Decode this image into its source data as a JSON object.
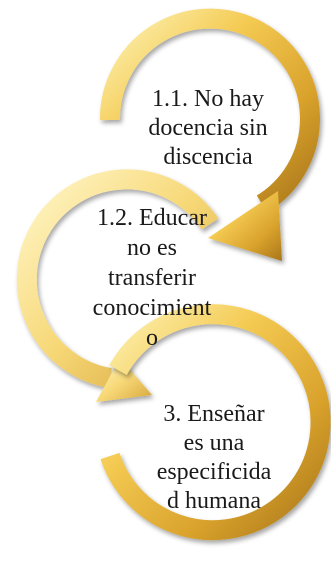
{
  "diagram": {
    "steps": [
      {
        "id": "1",
        "lines": [
          "1.1. No hay",
          "docencia sin",
          "discencia"
        ]
      },
      {
        "id": "2",
        "lines": [
          "1.2. Educar",
          "no es",
          "transferir",
          "conocimient",
          "o"
        ]
      },
      {
        "id": "3",
        "lines": [
          "3. Enseñar",
          "es una",
          "especificida",
          "d humana"
        ]
      }
    ],
    "colors": {
      "gold_light": "#fdf0a6",
      "gold_mid": "#f2c64b",
      "gold_dark": "#b8860b",
      "text": "#1a1a1a"
    }
  }
}
